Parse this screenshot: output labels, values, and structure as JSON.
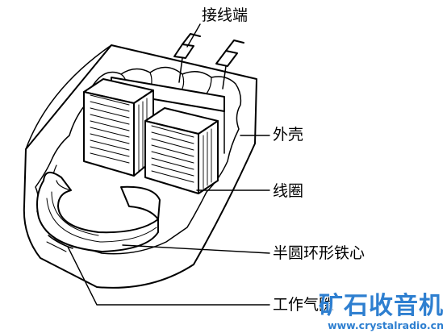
{
  "labels": {
    "terminal": "接线端",
    "shell": "外壳",
    "coil": "线圈",
    "core": "半圆环形铁心",
    "gap": "工作气隙"
  },
  "watermark": {
    "title": "矿石收音机",
    "url": "www.crystalradio.cn"
  }
}
